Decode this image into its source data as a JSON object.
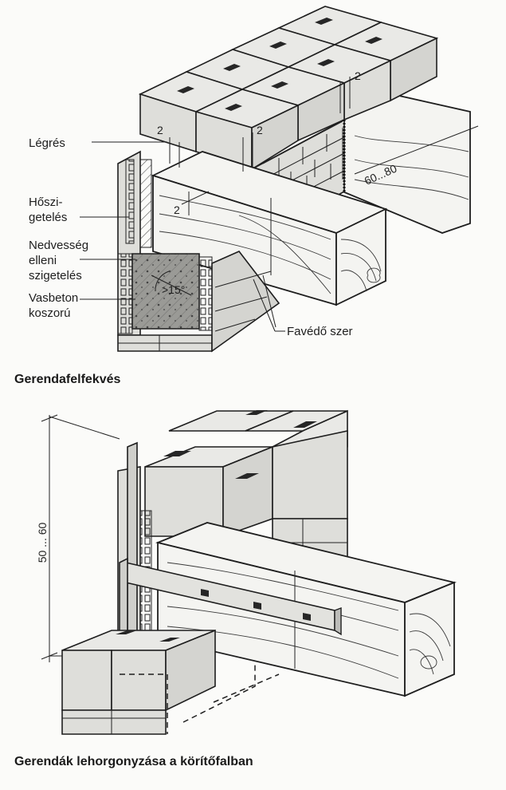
{
  "figure1": {
    "labels": {
      "legres": "Légrés",
      "hoszig_1": "Hőszi-",
      "hoszig_2": "getelés",
      "nedv_1": "Nedvesség",
      "nedv_2": "elleni",
      "nedv_3": "szigetelés",
      "vasbeton_1": "Vasbeton",
      "vasbeton_2": "koszorú",
      "favedo": "Favédő szer"
    },
    "dimensions": {
      "gap_a": "2",
      "gap_b": "2",
      "gap_c": "2",
      "gap_d": "2",
      "angle": ">15°",
      "depth": "60...80"
    },
    "caption": "Gerendafelfekvés"
  },
  "figure2": {
    "dimensions": {
      "height": "50 ... 60"
    },
    "caption": "Gerendák lehorgonyzása a körítőfalban"
  }
}
